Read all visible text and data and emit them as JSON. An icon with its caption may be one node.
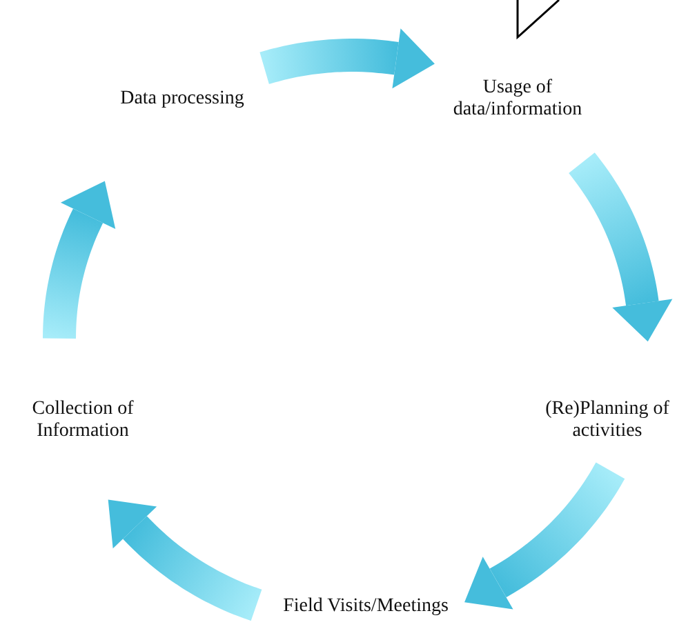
{
  "diagram": {
    "nodes": [
      {
        "text": [
          "Data processing"
        ]
      },
      {
        "text": [
          "Usage of data/information"
        ]
      },
      {
        "text": [
          "(Re)Planning of activities"
        ]
      },
      {
        "text": [
          "Field Visits/Meetings"
        ]
      },
      {
        "text": [
          "Collection of Information"
        ]
      }
    ],
    "edges": [
      {
        "from": 0,
        "to": 1,
        "arrow": "to"
      },
      {
        "from": 1,
        "to": 2,
        "arrow": "to"
      },
      {
        "from": 2,
        "to": 3,
        "arrow": "to"
      },
      {
        "from": 3,
        "to": 4,
        "arrow": "to"
      },
      {
        "from": 4,
        "to": 0,
        "arrow": "to"
      }
    ]
  }
}
